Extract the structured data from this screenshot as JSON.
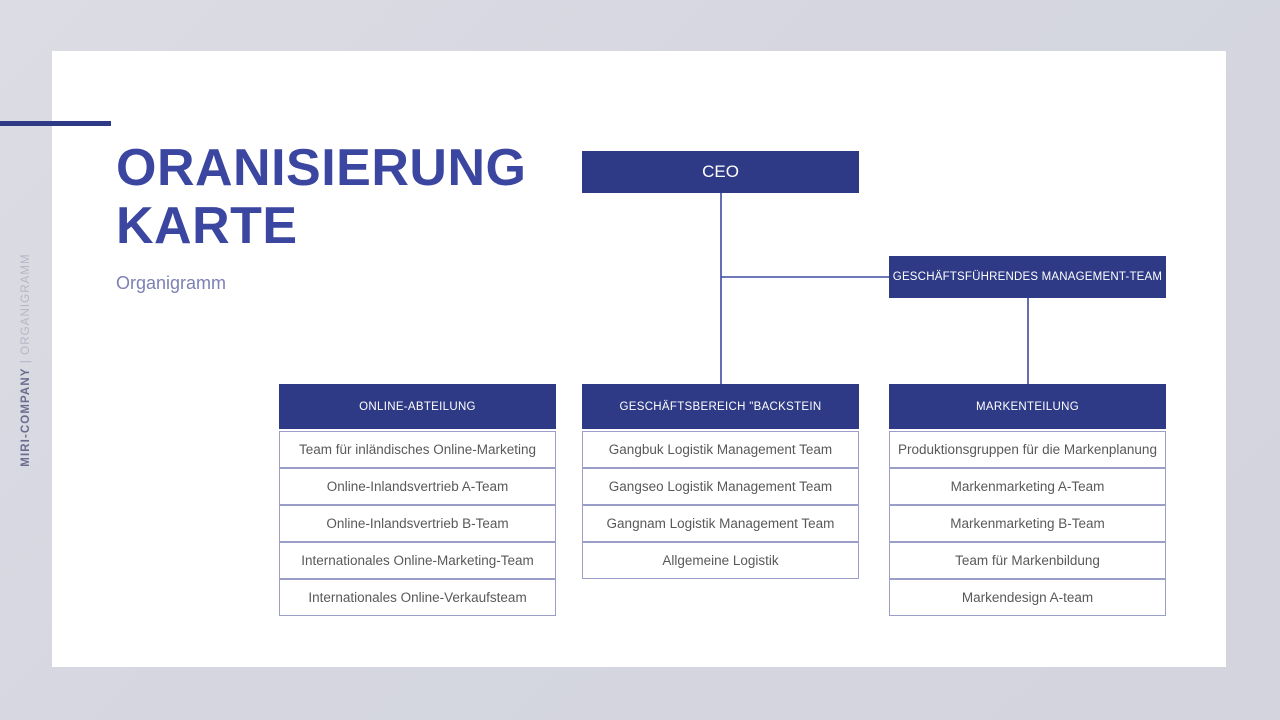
{
  "side_label": {
    "company": "MIRI-COMPANY",
    "separator": "|",
    "section": "ORGANIGRAMM"
  },
  "title": {
    "line1": "ORANISIERUNG",
    "line2": "KARTE",
    "subtitle": "Organigramm"
  },
  "colors": {
    "brand_blue": "#2e3a85",
    "title_blue": "#3b46a0",
    "subtitle_blue": "#7c80b4",
    "row_border": "#9a9ec9",
    "row_text": "#595959",
    "page_background": "#d6d7e0",
    "slide_background": "#ffffff"
  },
  "chart_data": {
    "type": "org-chart",
    "title": "ORANISIERUNG KARTE",
    "subtitle": "Organigramm",
    "root": "CEO",
    "nodes": [
      {
        "id": "ceo",
        "label": "CEO",
        "level": 0,
        "parent": null
      },
      {
        "id": "mgmt",
        "label": "GESCHÄFTSFÜHRENDES MANAGEMENT-TEAM",
        "level": 1,
        "parent": "ceo"
      },
      {
        "id": "online",
        "label": "ONLINE-ABTEILUNG",
        "level": 2,
        "parent": "ceo"
      },
      {
        "id": "brick",
        "label": "GESCHÄFTSBEREICH \"BACKSTEIN",
        "level": 2,
        "parent": "ceo"
      },
      {
        "id": "brand",
        "label": "MARKENTEILUNG",
        "level": 2,
        "parent": "mgmt"
      }
    ],
    "departments": [
      {
        "id": "online",
        "header": "ONLINE-ABTEILUNG",
        "items": [
          "Team für inländisches Online-Marketing",
          "Online-Inlandsvertrieb A-Team",
          "Online-Inlandsvertrieb B-Team",
          "Internationales Online-Marketing-Team",
          "Internationales Online-Verkaufsteam"
        ]
      },
      {
        "id": "brick",
        "header": "GESCHÄFTSBEREICH \"BACKSTEIN",
        "items": [
          "Gangbuk Logistik Management Team",
          "Gangseo Logistik Management Team",
          "Gangnam Logistik Management Team",
          "Allgemeine Logistik"
        ]
      },
      {
        "id": "brand",
        "header": "MARKENTEILUNG",
        "items": [
          "Produktionsgruppen für die Markenplanung",
          "Markenmarketing A-Team",
          "Markenmarketing B-Team",
          "Team für Markenbildung",
          "Markendesign A-team"
        ]
      }
    ],
    "connectors": [
      {
        "from": "ceo",
        "to": "mgmt",
        "style": "elbow-right"
      },
      {
        "from": "ceo",
        "to": "brick",
        "style": "vertical"
      },
      {
        "from": "mgmt",
        "to": "brand",
        "style": "vertical"
      }
    ]
  }
}
